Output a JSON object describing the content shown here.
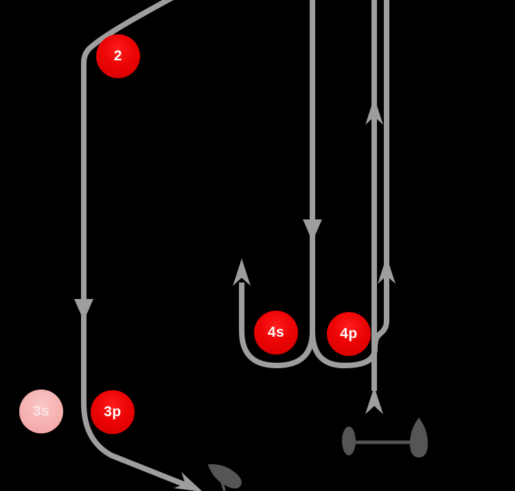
{
  "diagram": {
    "type": "sailing-race-course",
    "marks": {
      "m2": {
        "label": "2",
        "state": "active"
      },
      "m3s": {
        "label": "3s",
        "state": "inactive"
      },
      "m3p": {
        "label": "3p",
        "state": "active"
      },
      "m4s": {
        "label": "4s",
        "state": "active"
      },
      "m4p": {
        "label": "4p",
        "state": "active"
      }
    },
    "icons": {
      "direction-arrow-up": "▲",
      "direction-arrow-down": "▼",
      "start-pin-buoy": "vertical oval",
      "committee-boat": "teardrop hull, bow up",
      "competitor-boat": "teardrop hull, bow up-left"
    }
  },
  "colors": {
    "background": "#000000",
    "route_gray": "#9e9e9e",
    "start_dark": "#555555",
    "mark_red": "#ec0404",
    "mark_inactive_pink": "#f5abab",
    "mark_label_text": "#ffffff"
  }
}
